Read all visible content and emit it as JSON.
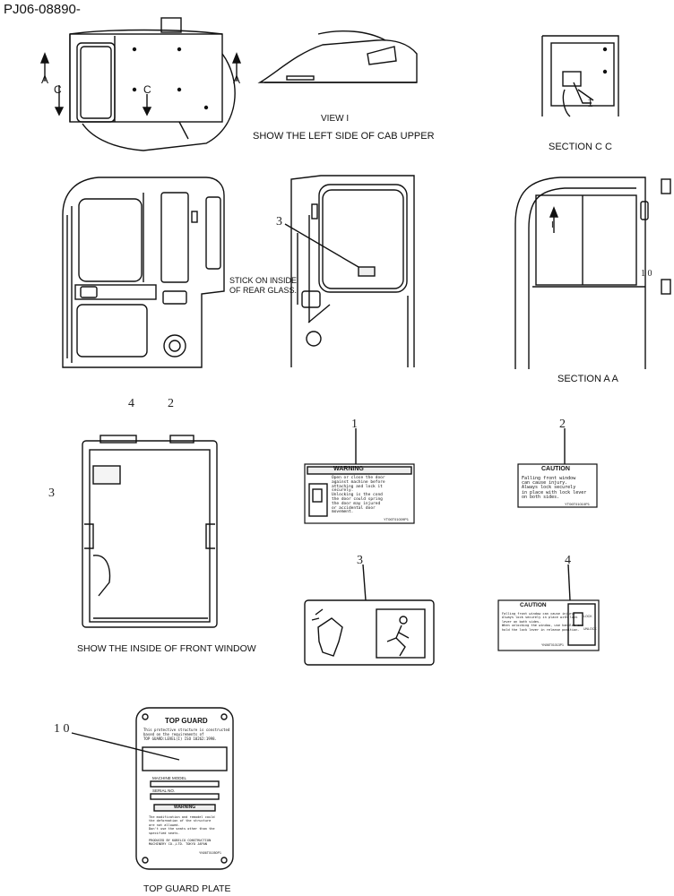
{
  "doc_code": "PJ06-08890-",
  "captions": {
    "view_i": "VIEW I",
    "view_i_desc": "SHOW THE LEFT SIDE OF CAB UPPER",
    "section_cc": "SECTION C C",
    "section_aa": "SECTION A A",
    "rear_glass_note_1": "STICK ON INSIDE",
    "rear_glass_note_2": "OF REAR GLASS.",
    "front_window": "SHOW THE INSIDE OF FRONT WINDOW",
    "top_guard_plate": "TOP GUARD PLATE"
  },
  "markers": {
    "a": "A",
    "c": "C",
    "i": "I"
  },
  "callouts": {
    "n1": "1",
    "n2": "2",
    "n3": "3",
    "n4": "4",
    "n10": "1 0"
  },
  "decals": {
    "warning_title": "WARNING",
    "warning_lines": [
      "Open or close the door",
      "against machine before",
      "attaching and lock it",
      "securely.",
      "Unlocking is the cond",
      "the door could spring",
      "the door may injured",
      "or accidental door",
      "movement."
    ],
    "warning_code": "YT06T01009P1",
    "caution_title": "CAUTION",
    "caution_lines": [
      "Falling front window",
      "can cause injury.",
      "Always lock securely",
      "in place with lock lever",
      "on both sides."
    ],
    "caution_code": "YT06T01010P1",
    "caution4_title": "CAUTION",
    "caution4_lines": [
      "Falling front window can cause injury.",
      "Always lock securely in place with lock",
      "lever on both sides.",
      "When unlocking the window, use handles and",
      "hold the lock lever in release position."
    ],
    "caution4_code": "YN06T01013P1",
    "caution4_inset": [
      "LOCK",
      "UNLOCK"
    ]
  },
  "top_guard": {
    "title": "TOP GUARD",
    "desc": [
      "This protective structure is constructed",
      "based on the requirements of",
      "TOP GUARD:LEVEL(I) ISO 10262:1998."
    ],
    "machine_model": "MACHINE MODEL",
    "serial_no": "SERIAL NO.",
    "warning": "WARNING",
    "warning_text": [
      "The modification and remodel could",
      "the deformation of the structure",
      "are not allowed.",
      "Don't use the seats other than the",
      "specified seats."
    ],
    "maker": [
      "PRODUCED BY KOBELCO CONSTRUCTION",
      "MACHINERY CO.,LTD. TOKYO JAPAN"
    ],
    "code": "YN06T01050P1"
  }
}
